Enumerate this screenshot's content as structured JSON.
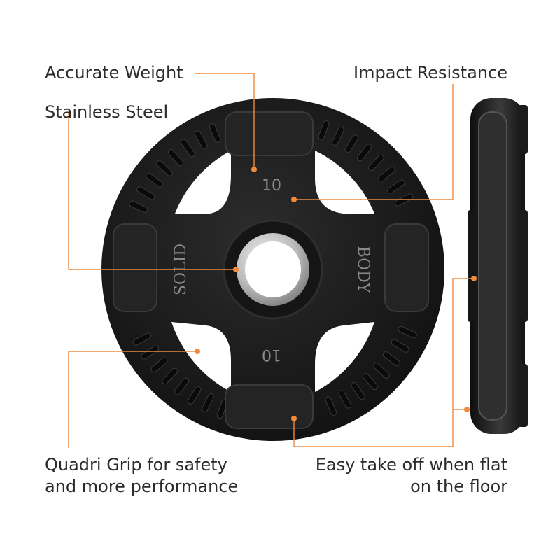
{
  "callouts": {
    "accurate_weight": "Accurate Weight",
    "stainless_steel": "Stainless Steel",
    "impact_resistance": "Impact Resistance",
    "quadri_grip_line1": "Quadri Grip for safety",
    "quadri_grip_line2": "and more performance",
    "easy_takeoff_line1": "Easy take off when flat",
    "easy_takeoff_line2": "on the floor"
  },
  "plate": {
    "weight_top": "10",
    "weight_bottom": "10",
    "brand_left": "SOLID",
    "brand_right": "BODY"
  },
  "colors": {
    "accent": "#f08a3c",
    "rubber": "#1a1a1a",
    "steel": "#c9c9c9",
    "text": "#2b2b2b"
  }
}
